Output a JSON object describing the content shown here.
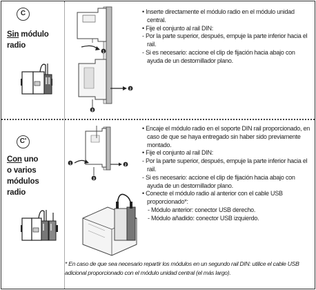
{
  "section_c": {
    "badge": "C",
    "title_underlined": "Sin",
    "title_rest_1": " módulo",
    "title_line_2": "radio",
    "steps": [
      "• Inserte directamente el módulo radio en el módulo unidad central.",
      "• Fije el conjunto al rail DIN:",
      "- Por la parte superior, después, empuje la parte inferior hacia el rail.",
      "- Si es necesario: accione el clip de fijación hacia abajo con ayuda de un destornillador plano."
    ],
    "callouts": [
      "1",
      "2",
      "3"
    ]
  },
  "section_c_prime": {
    "badge": "C'",
    "title_underlined": "Con",
    "title_rest_1": " uno",
    "title_line_2": "o varios",
    "title_line_3": "módulos",
    "title_line_4": "radio",
    "steps": [
      "• Encaje el módulo radio en el soporte DIN rail proporcionado, en caso de que se haya entregado sin haber sido previamente montado.",
      "• Fije el conjunto al rail DIN:",
      "- Por la parte superior, después, empuje la parte inferior hacia el rail.",
      "- Si es necesario: accione el clip de fijación hacia abajo con ayuda de un destornillador plano.",
      "• Conecte el módulo radio al anterior con el cable USB proporcionado*:",
      "- Módulo anterior: conector USB derecho.",
      "- Módulo añadido: conector USB izquierdo."
    ],
    "callouts": [
      "1",
      "2",
      "3"
    ]
  },
  "footnote": "* En caso de que sea necesario repartir los módulos en un segundo rail DIN: utilice el cable USB adicional proporcionado con el módulo unidad central (el más largo)."
}
